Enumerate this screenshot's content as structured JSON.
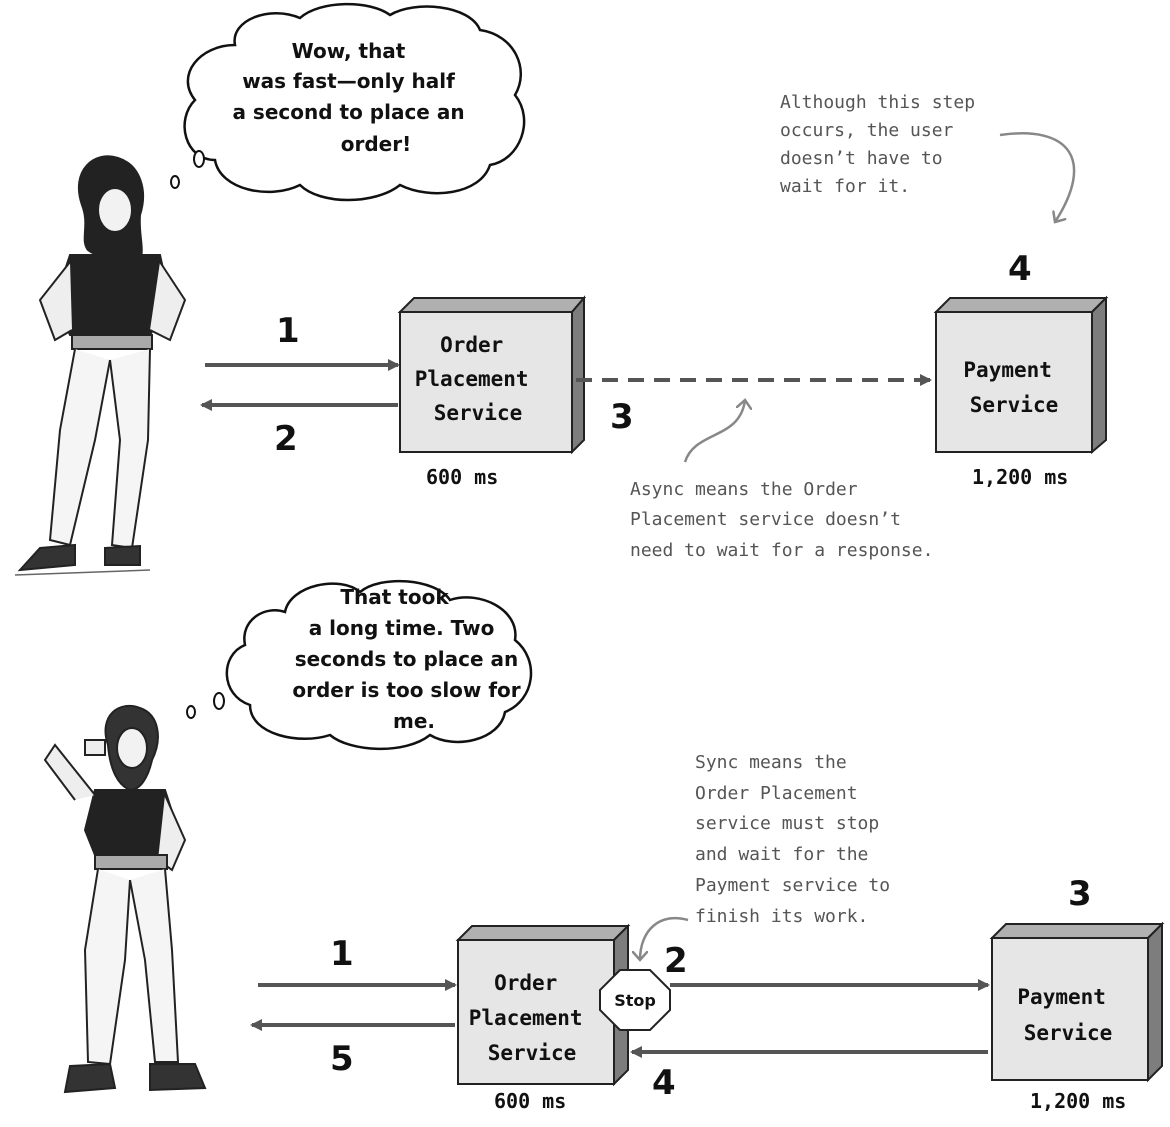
{
  "colors": {
    "box_front": "#e6e6e6",
    "box_side": "#7d7d7d",
    "box_top": "#b0b0b0",
    "arrow": "#555555",
    "note_text": "#555555"
  },
  "top": {
    "thought": [
      "Wow, that",
      "was fast—only half",
      "a second to place an",
      "order!"
    ],
    "step1": "1",
    "step2": "2",
    "step3": "3",
    "step4": "4",
    "order_box_lines": [
      "Order",
      "Placement",
      "Service"
    ],
    "order_ms": "600 ms",
    "payment_box_lines": [
      "Payment",
      "Service"
    ],
    "payment_ms": "1,200 ms",
    "note_top_right": [
      "Although this step",
      "occurs, the user",
      "doesn’t have to",
      "wait for it."
    ],
    "note_async": [
      "Async means the Order",
      "Placement service doesn’t",
      "need to wait for a response."
    ]
  },
  "bottom": {
    "thought": [
      "That took",
      "a long time. Two",
      "seconds to place an",
      "order is too slow for",
      "me."
    ],
    "step1": "1",
    "step2": "2",
    "step3": "3",
    "step4": "4",
    "step5": "5",
    "order_box_lines": [
      "Order",
      "Placement",
      "Service"
    ],
    "order_ms": "600 ms",
    "payment_box_lines": [
      "Payment",
      "Service"
    ],
    "payment_ms": "1,200 ms",
    "stop_label": "Stop",
    "note_sync": [
      "Sync means the",
      "Order Placement",
      "service must stop",
      "and wait for the",
      "Payment service to",
      "finish its work."
    ]
  }
}
